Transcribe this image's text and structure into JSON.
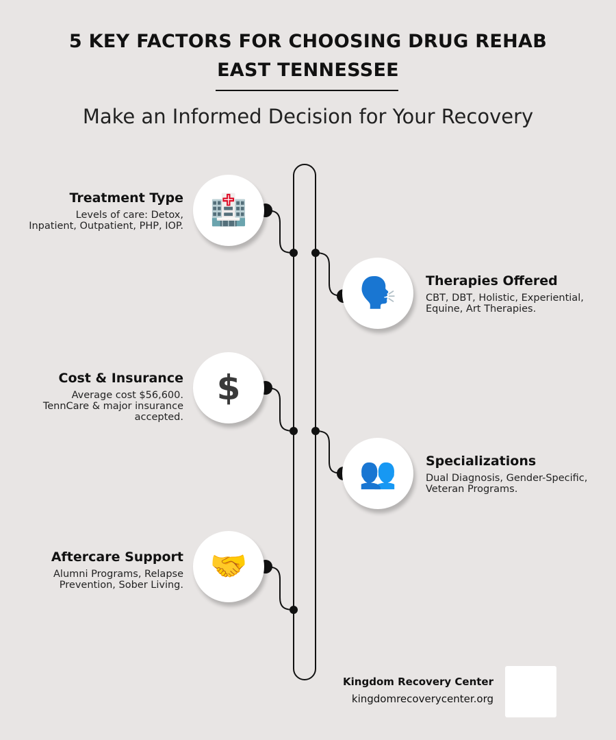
{
  "header": {
    "title_line1": "5 KEY FACTORS FOR CHOOSING DRUG REHAB",
    "title_line2": "EAST TENNESSEE",
    "subtitle": "Make an Informed Decision for Your Recovery"
  },
  "factors": [
    {
      "title": "Treatment Type",
      "description": "Levels of care: Detox, Inpatient, Outpatient, PHP, IOP.",
      "icon": "hospital-icon",
      "glyph": "🏥"
    },
    {
      "title": "Therapies Offered",
      "description": "CBT, DBT, Holistic, Experiential, Equine, Art Therapies.",
      "icon": "speaking-head-icon",
      "glyph": "🗣️"
    },
    {
      "title": "Cost & Insurance",
      "description": "Average cost $56,600. TennCare & major insurance accepted.",
      "icon": "dollar-sign-icon",
      "glyph": "$"
    },
    {
      "title": "Specializations",
      "description": "Dual Diagnosis, Gender-Specific, Veteran Programs.",
      "icon": "people-icon",
      "glyph": "👥"
    },
    {
      "title": "Aftercare Support",
      "description": "Alumni Programs, Relapse Prevention, Sober Living.",
      "icon": "handshake-icon",
      "glyph": "🤝"
    }
  ],
  "footer": {
    "organization": "Kingdom Recovery Center",
    "website": "kingdomrecoverycenter.org"
  },
  "colors": {
    "background": "#e8e5e4",
    "line": "#111111",
    "circle_fill": "#ffffff"
  }
}
